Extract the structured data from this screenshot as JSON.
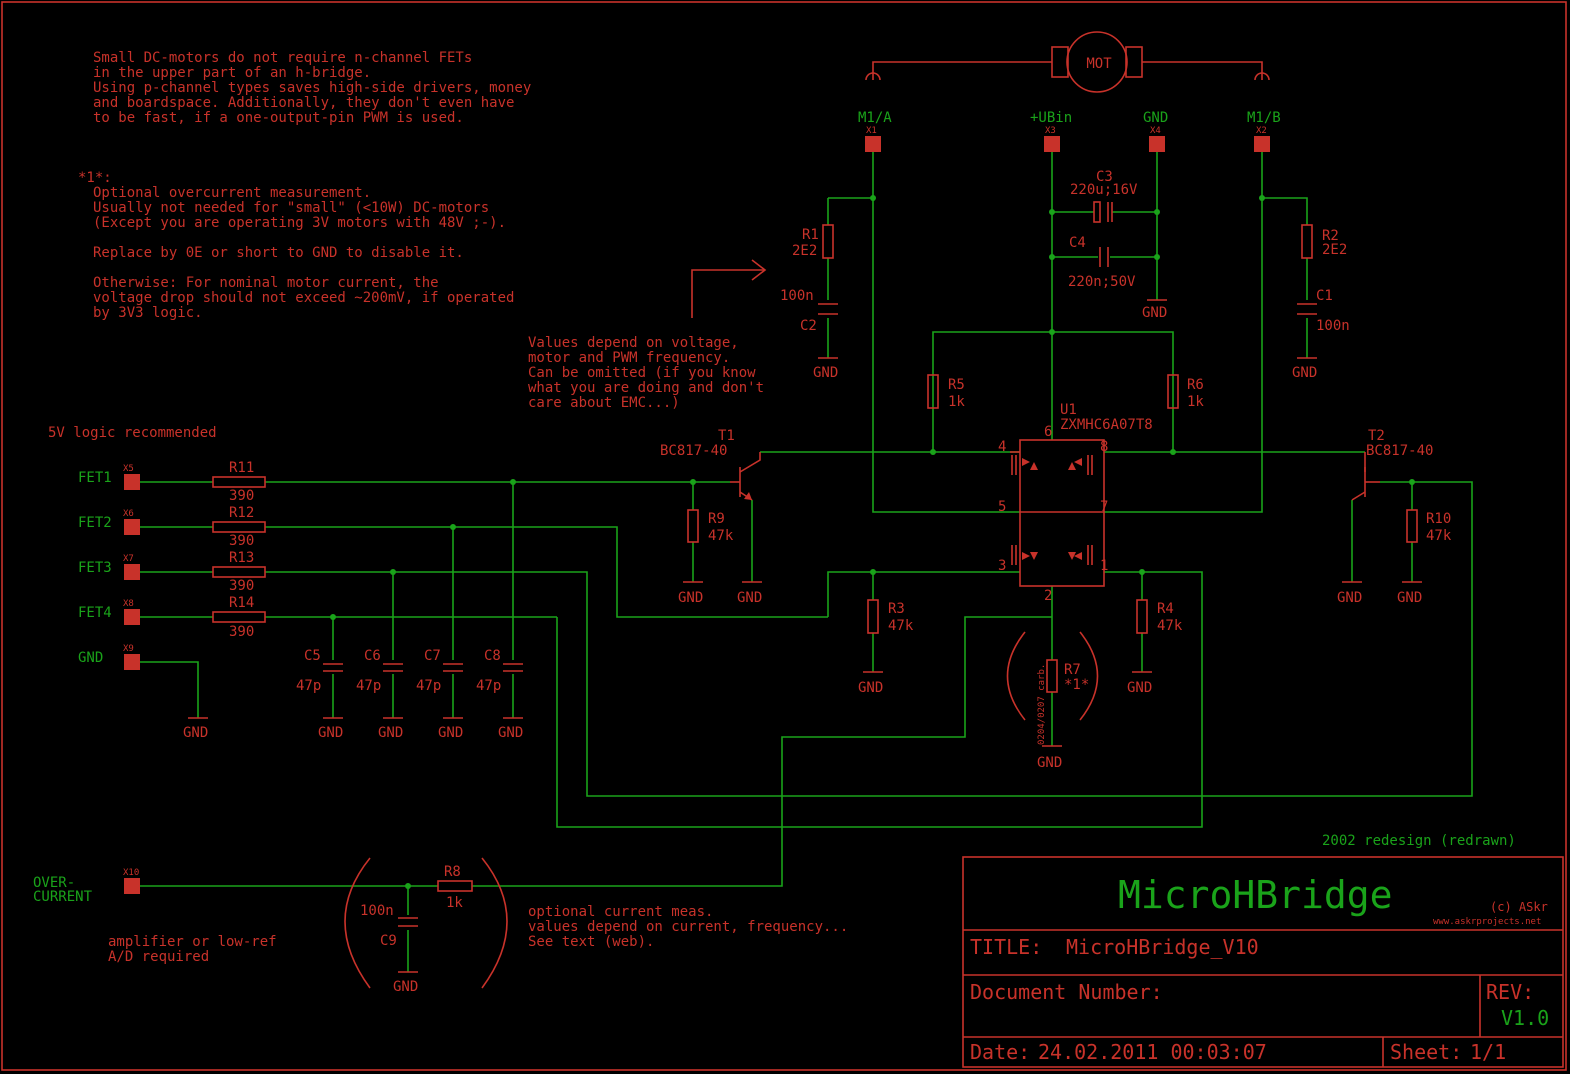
{
  "notes": {
    "intro": [
      "Small DC-motors do not require n-channel FETs",
      "in the upper part of an h-bridge.",
      "Using p-channel types saves high-side drivers, money",
      "and boardspace. Additionally, they don't even have",
      "to be fast, if a one-output-pin PWM is used."
    ],
    "footnote": [
      "*1*:",
      "Optional overcurrent measurement.",
      "Usually not needed for \"small\" (<10W) DC-motors",
      "(Except you are operating 3V motors with 48V ;-).",
      "",
      "Replace by 0E or short to GND to disable it.",
      "",
      "Otherwise: For nominal motor current, the",
      "voltage drop should not exceed ~200mV, if operated",
      "by 3V3 logic."
    ],
    "snubber": [
      "Values depend on voltage,",
      "motor and PWM frequency.",
      "Can be omitted (if you know",
      "what you are doing and don't",
      "care about EMC...)"
    ],
    "logic": "5V logic recommended",
    "overcurrent": [
      "optional current meas.",
      "values depend on current, frequency...",
      "See text (web)."
    ],
    "adc": [
      "amplifier or low-ref",
      "A/D required"
    ],
    "redesign": "2002 redesign (redrawn)"
  },
  "connectors": {
    "x1": {
      "ref": "X1",
      "name": "M1/A"
    },
    "x2": {
      "ref": "X2",
      "name": "M1/B"
    },
    "x3": {
      "ref": "X3",
      "name": "+UBin"
    },
    "x4": {
      "ref": "X4",
      "name": "GND"
    },
    "x5": {
      "ref": "X5",
      "name": "FET1"
    },
    "x6": {
      "ref": "X6",
      "name": "FET2"
    },
    "x7": {
      "ref": "X7",
      "name": "FET3"
    },
    "x8": {
      "ref": "X8",
      "name": "FET4"
    },
    "x9": {
      "ref": "X9",
      "name": "GND"
    },
    "x10": {
      "ref": "X10",
      "name": [
        "OVER-",
        "CURRENT"
      ]
    }
  },
  "components": {
    "mot": "MOT",
    "r1": {
      "ref": "R1",
      "val": "2E2"
    },
    "r2": {
      "ref": "R2",
      "val": "2E2"
    },
    "r3": {
      "ref": "R3",
      "val": "47k"
    },
    "r4": {
      "ref": "R4",
      "val": "47k"
    },
    "r5": {
      "ref": "R5",
      "val": "1k"
    },
    "r6": {
      "ref": "R6",
      "val": "1k"
    },
    "r7": {
      "ref": "R7",
      "val": "*1*",
      "pkg": "0204/0207 carb."
    },
    "r8": {
      "ref": "R8",
      "val": "1k"
    },
    "r9": {
      "ref": "R9",
      "val": "47k"
    },
    "r10": {
      "ref": "R10",
      "val": "47k"
    },
    "r11": {
      "ref": "R11",
      "val": "390"
    },
    "r12": {
      "ref": "R12",
      "val": "390"
    },
    "r13": {
      "ref": "R13",
      "val": "390"
    },
    "r14": {
      "ref": "R14",
      "val": "390"
    },
    "c1": {
      "ref": "C1",
      "val": "100n"
    },
    "c2": {
      "ref": "C2",
      "val": "100n"
    },
    "c3": {
      "ref": "C3",
      "val": "220u;16V"
    },
    "c4": {
      "ref": "C4",
      "val": "220n;50V"
    },
    "c5": {
      "ref": "C5",
      "val": "47p"
    },
    "c6": {
      "ref": "C6",
      "val": "47p"
    },
    "c7": {
      "ref": "C7",
      "val": "47p"
    },
    "c8": {
      "ref": "C8",
      "val": "47p"
    },
    "c9": {
      "ref": "C9",
      "val": "100n"
    },
    "t1": {
      "ref": "T1",
      "val": "BC817-40"
    },
    "t2": {
      "ref": "T2",
      "val": "BC817-40"
    },
    "u1": {
      "ref": "U1",
      "val": "ZXMHC6A07T8"
    },
    "pins": [
      "1",
      "2",
      "3",
      "4",
      "5",
      "6",
      "7",
      "8"
    ]
  },
  "gnd_label": "GND",
  "title_block": {
    "project": "MicroHBridge",
    "copyright": "(c) ASkr",
    "website": "www.askrprojects.net",
    "title_label": "TITLE:",
    "title_value": "MicroHBridge_V10",
    "doc_label": "Document Number:",
    "rev_label": "REV:",
    "rev_value": "V1.0",
    "date_label": "Date:",
    "date_value": "24.02.2011 00:03:07",
    "sheet_label": "Sheet:",
    "sheet_value": "1/1"
  },
  "colors": {
    "background": "#000000",
    "wire": "#1aa31a",
    "part": "#c8322a"
  }
}
